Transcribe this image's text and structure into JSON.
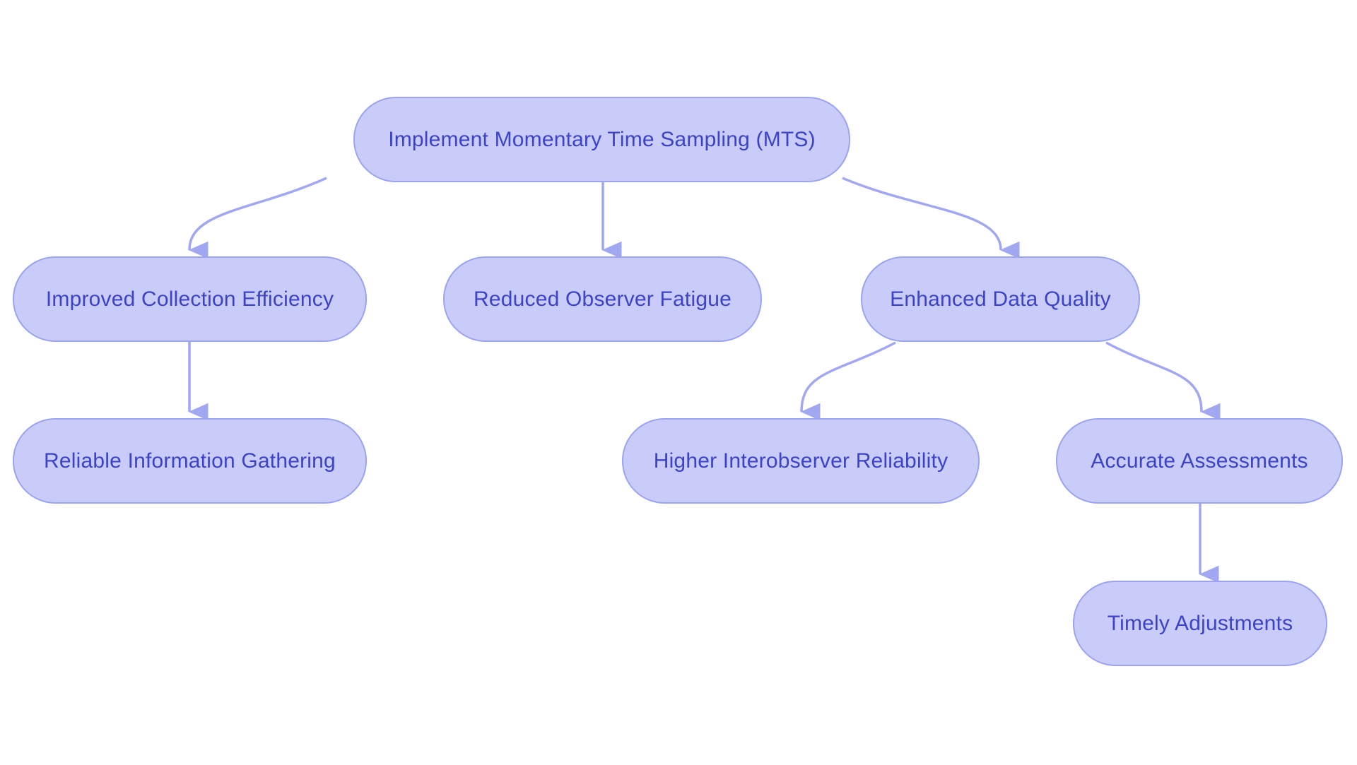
{
  "diagram": {
    "type": "flowchart",
    "colors": {
      "node_fill": "#c9cbf8",
      "node_border": "#9ca3f0",
      "node_text": "#3d43c6",
      "edge": "#a1a7f1",
      "background": "#ffffff"
    },
    "nodes": [
      {
        "id": "mts",
        "label": "Implement Momentary Time Sampling (MTS)"
      },
      {
        "id": "improved",
        "label": "Improved Collection Efficiency"
      },
      {
        "id": "reduced",
        "label": "Reduced Observer Fatigue"
      },
      {
        "id": "enhanced",
        "label": "Enhanced Data Quality"
      },
      {
        "id": "reliable",
        "label": "Reliable Information Gathering"
      },
      {
        "id": "higher",
        "label": "Higher Interobserver Reliability"
      },
      {
        "id": "accurate",
        "label": "Accurate Assessments"
      },
      {
        "id": "timely",
        "label": "Timely Adjustments"
      }
    ],
    "edges": [
      {
        "from": "mts",
        "to": "improved"
      },
      {
        "from": "mts",
        "to": "reduced"
      },
      {
        "from": "mts",
        "to": "enhanced"
      },
      {
        "from": "improved",
        "to": "reliable"
      },
      {
        "from": "enhanced",
        "to": "higher"
      },
      {
        "from": "enhanced",
        "to": "accurate"
      },
      {
        "from": "accurate",
        "to": "timely"
      }
    ]
  }
}
